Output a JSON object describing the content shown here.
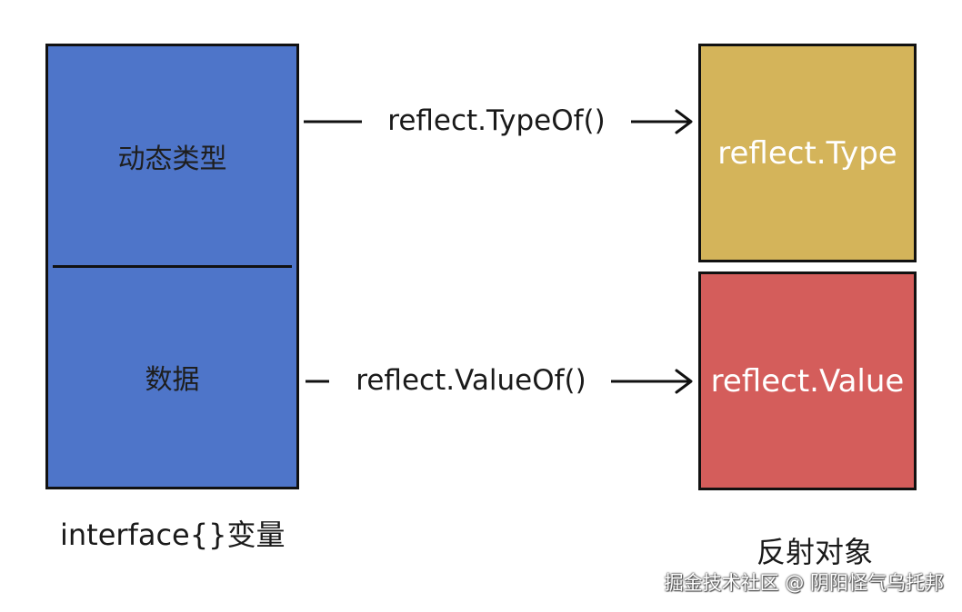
{
  "interface_variable": {
    "dynamic_type_label": "动态类型",
    "data_label": "数据",
    "caption": "interface{}变量",
    "fill_color": "#4e75c9"
  },
  "arrows": {
    "type_of_label": "reflect.TypeOf()",
    "value_of_label": "reflect.ValueOf()"
  },
  "reflection_objects": {
    "type_label": "reflect.Type",
    "value_label": "reflect.Value",
    "caption": "反射对象",
    "type_color": "#d4b45a",
    "value_color": "#d45d5b"
  },
  "watermark": "掘金技术社区 @ 阴阳怪气乌托邦"
}
